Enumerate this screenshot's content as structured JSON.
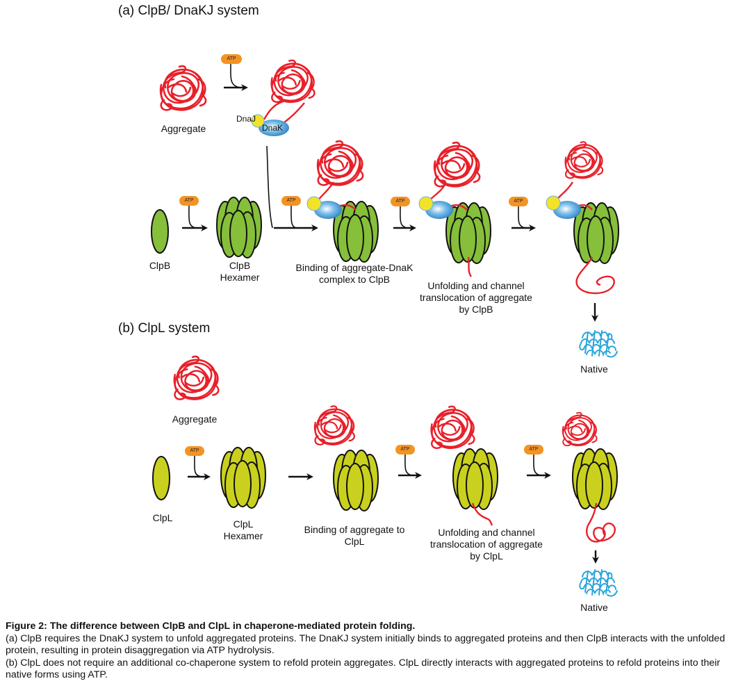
{
  "colors": {
    "aggregate": "#e8202a",
    "clpb": "#86bf3a",
    "clpl": "#c9d11e",
    "atp": "#f39324",
    "dnaj": "#f2e32a",
    "dnak": "#3e8fcf",
    "native": "#2aa4dc",
    "outline": "#111111"
  },
  "section_a": {
    "title": "(a) ClpB/ DnaKJ system",
    "aggregate_label": "Aggregate",
    "dnaj_label": "DnaJ",
    "dnak_label": "DnaK",
    "atp_label": "ATP",
    "clpb_label": "ClpB",
    "hexamer_label_1": "ClpB",
    "hexamer_label_2": "Hexamer",
    "binding_label_1": "Binding of aggregate-DnaK",
    "binding_label_2": "complex to ClpB",
    "unfolding_label_1": "Unfolding and channel",
    "unfolding_label_2": "translocation of aggregate",
    "unfolding_label_3": "by ClpB",
    "native_label": "Native"
  },
  "section_b": {
    "title": "(b) ClpL system",
    "aggregate_label": "Aggregate",
    "atp_label": "ATP",
    "clpl_label": "ClpL",
    "hexamer_label_1": "ClpL",
    "hexamer_label_2": "Hexamer",
    "binding_label_1": "Binding of aggregate to",
    "binding_label_2": "ClpL",
    "unfolding_label_1": "Unfolding and channel",
    "unfolding_label_2": "translocation of aggregate",
    "unfolding_label_3": "by ClpL",
    "native_label": "Native"
  },
  "caption": {
    "title": "Figure 2: The difference between ClpB and ClpL in chaperone-mediated protein folding.",
    "line_a": "(a) ClpB requires the DnaKJ system to unfold aggregated proteins. The DnaKJ system initially binds to aggregated proteins and then ClpB interacts with the unfolded protein, resulting in protein disaggregation via ATP hydrolysis.",
    "line_b": "(b) ClpL does not require an additional co-chaperone system to refold protein aggregates. ClpL directly interacts with aggregated proteins to refold proteins into their native forms using ATP."
  }
}
